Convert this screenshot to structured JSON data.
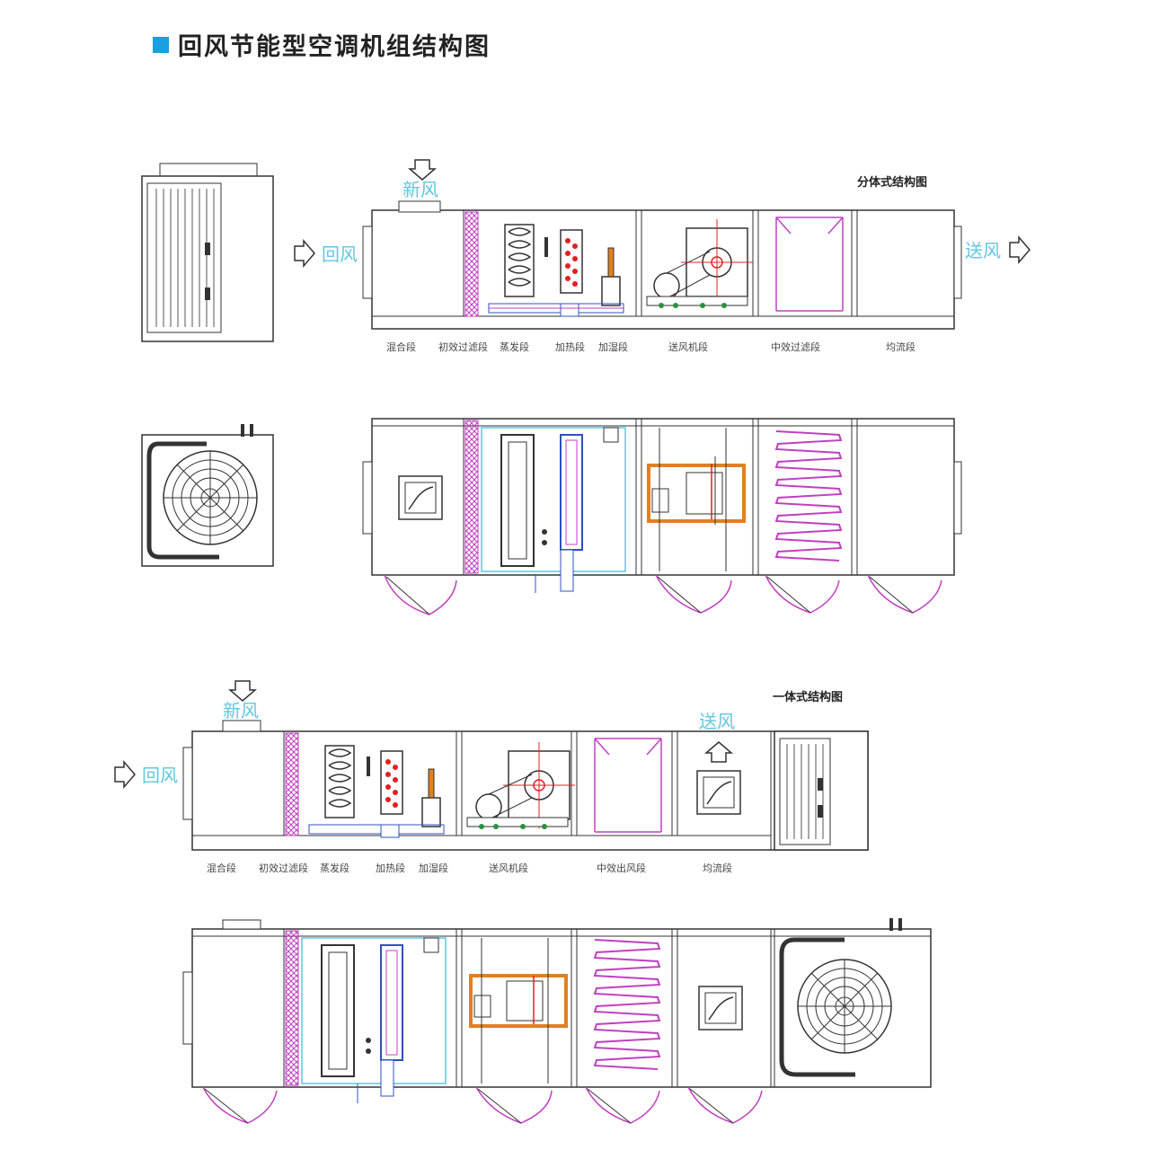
{
  "title": "回风节能型空调机组结构图",
  "diagram1": {
    "caption": "分体式结构图",
    "fresh_air": "新风",
    "return_air": "回风",
    "supply_air": "送风",
    "sections": [
      "混合段",
      "初效过滤段",
      "蒸发段",
      "加热段",
      "加湿段",
      "送风机段",
      "中效过滤段",
      "均流段"
    ]
  },
  "diagram2": {
    "caption": "一体式结构图",
    "fresh_air": "新风",
    "return_air": "回风",
    "supply_air": "送风",
    "sections": [
      "混合段",
      "初效过滤段",
      "蒸发段",
      "加热段",
      "加湿段",
      "送风机段",
      "中效出风段",
      "均流段"
    ]
  },
  "colors": {
    "accent": "#1a9fe0",
    "cyan": "#5fc7e0",
    "magenta": "#c040c0",
    "red": "#e02020",
    "orange": "#e08020",
    "blue": "#3050c0"
  }
}
